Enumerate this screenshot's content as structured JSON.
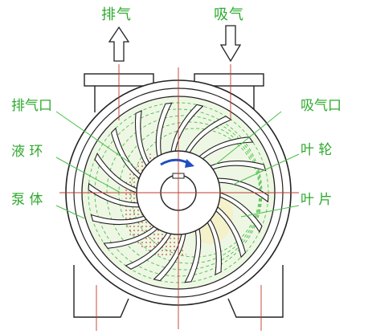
{
  "labels": {
    "exhaust_top": "排气",
    "suction_top": "吸气",
    "exhaust_port": "排气口",
    "suction_port": "吸气口",
    "liquid_ring": "液 环",
    "impeller": "叶 轮",
    "pump_body": "泵 体",
    "blade": "叶 片"
  },
  "colors": {
    "label_green": "#2eaa2e",
    "leader_line": "#4bbf4b",
    "outline": "#222222",
    "centerline": "#c0392b",
    "liquid_fill": "#dff0c9",
    "compression_zone": "#e8b9b9",
    "rotation_arrow": "#1f4fbf"
  },
  "impeller": {
    "blade_count": 18,
    "rotation": "clockwise"
  }
}
